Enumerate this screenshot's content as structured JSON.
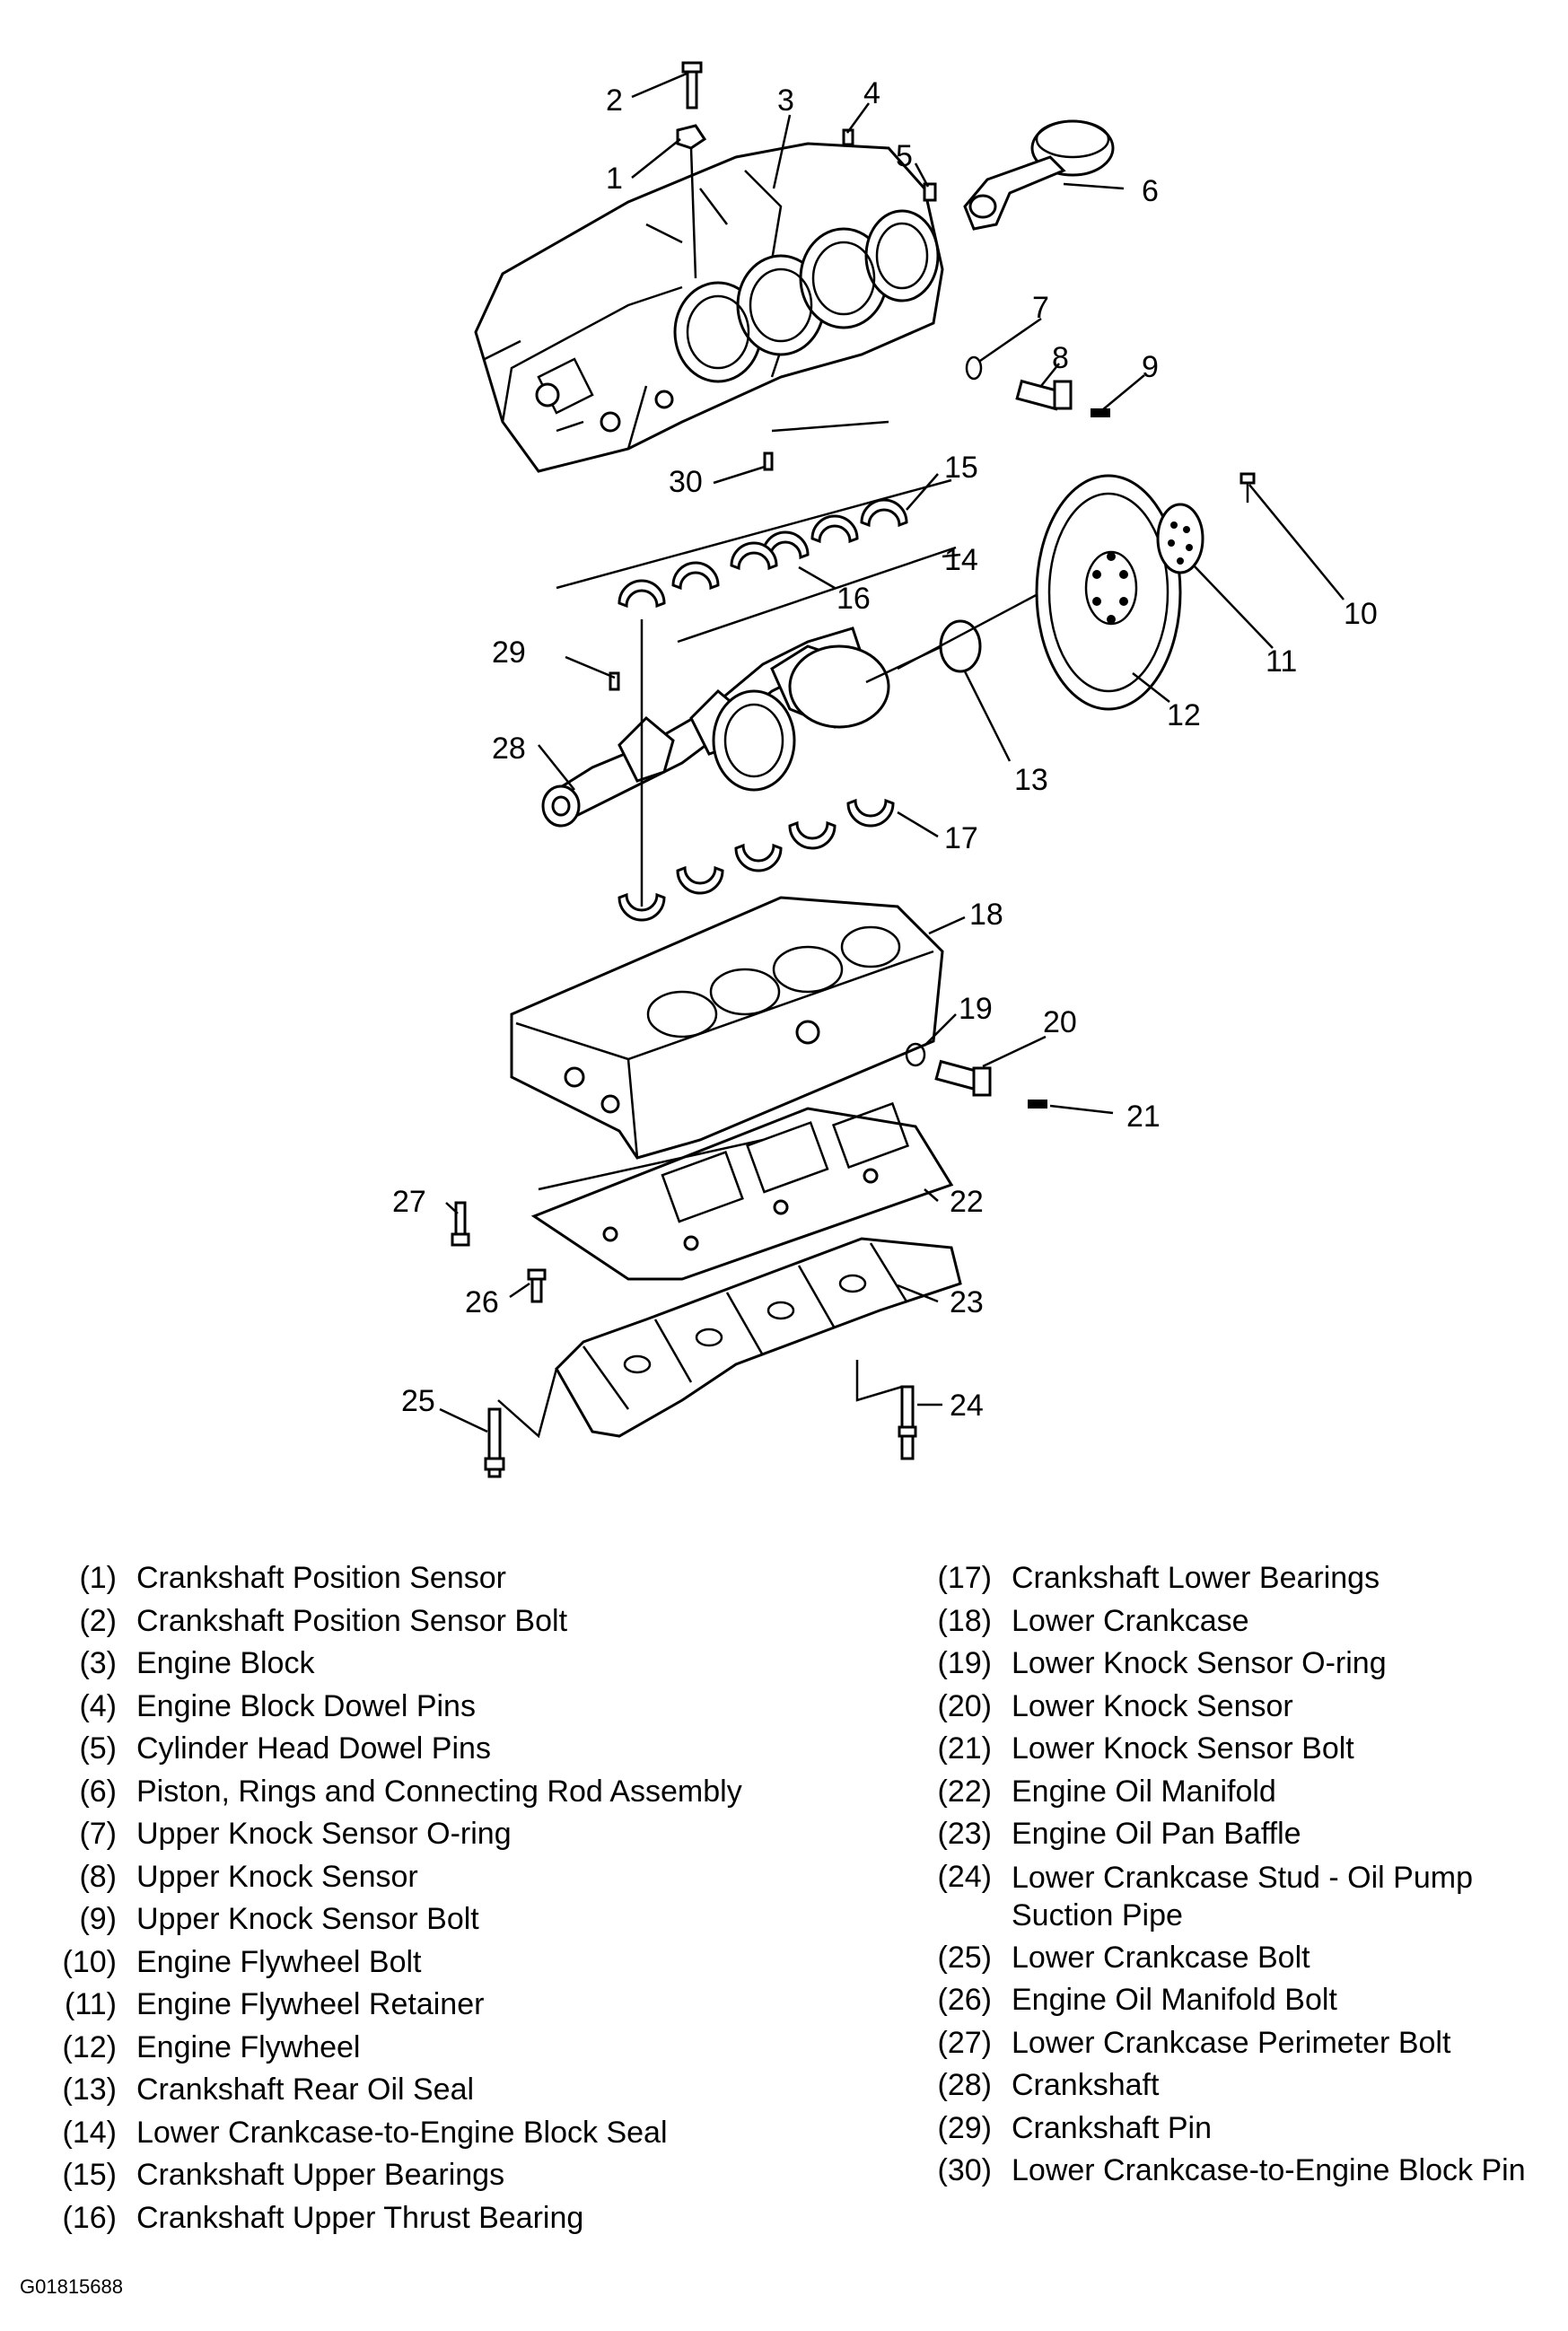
{
  "diagram": {
    "callouts": [
      "1",
      "2",
      "3",
      "4",
      "5",
      "6",
      "7",
      "8",
      "9",
      "10",
      "11",
      "12",
      "13",
      "14",
      "15",
      "16",
      "17",
      "18",
      "19",
      "20",
      "21",
      "22",
      "23",
      "24",
      "25",
      "26",
      "27",
      "28",
      "29",
      "30"
    ]
  },
  "legend": {
    "left": [
      {
        "num": "(1)",
        "label": "Crankshaft Position Sensor"
      },
      {
        "num": "(2)",
        "label": "Crankshaft Position Sensor Bolt"
      },
      {
        "num": "(3)",
        "label": "Engine Block"
      },
      {
        "num": "(4)",
        "label": "Engine Block Dowel Pins"
      },
      {
        "num": "(5)",
        "label": "Cylinder Head Dowel Pins"
      },
      {
        "num": "(6)",
        "label": "Piston, Rings and Connecting Rod Assembly"
      },
      {
        "num": "(7)",
        "label": "Upper Knock Sensor O-ring"
      },
      {
        "num": "(8)",
        "label": "Upper Knock Sensor"
      },
      {
        "num": "(9)",
        "label": "Upper Knock Sensor Bolt"
      },
      {
        "num": "(10)",
        "label": "Engine Flywheel Bolt"
      },
      {
        "num": "(11)",
        "label": "Engine Flywheel Retainer"
      },
      {
        "num": "(12)",
        "label": "Engine Flywheel"
      },
      {
        "num": "(13)",
        "label": "Crankshaft Rear Oil Seal"
      },
      {
        "num": "(14)",
        "label": "Lower Crankcase-to-Engine Block Seal"
      },
      {
        "num": "(15)",
        "label": "Crankshaft Upper Bearings"
      },
      {
        "num": "(16)",
        "label": "Crankshaft Upper Thrust Bearing"
      }
    ],
    "right": [
      {
        "num": "(17)",
        "label": "Crankshaft Lower Bearings"
      },
      {
        "num": "(18)",
        "label": "Lower Crankcase"
      },
      {
        "num": "(19)",
        "label": "Lower Knock Sensor O-ring"
      },
      {
        "num": "(20)",
        "label": "Lower Knock Sensor"
      },
      {
        "num": "(21)",
        "label": "Lower Knock Sensor Bolt"
      },
      {
        "num": "(22)",
        "label": "Engine Oil Manifold"
      },
      {
        "num": "(23)",
        "label": "Engine Oil Pan Baffle"
      },
      {
        "num": "(24)",
        "label": "Lower Crankcase Stud - Oil Pump Suction Pipe"
      },
      {
        "num": "(25)",
        "label": "Lower Crankcase Bolt"
      },
      {
        "num": "(26)",
        "label": "Engine Oil Manifold Bolt"
      },
      {
        "num": "(27)",
        "label": "Lower Crankcase Perimeter Bolt"
      },
      {
        "num": "(28)",
        "label": "Crankshaft"
      },
      {
        "num": "(29)",
        "label": "Crankshaft Pin"
      },
      {
        "num": "(30)",
        "label": "Lower Crankcase-to-Engine Block Pin"
      }
    ]
  },
  "figure_code": "G01815688"
}
